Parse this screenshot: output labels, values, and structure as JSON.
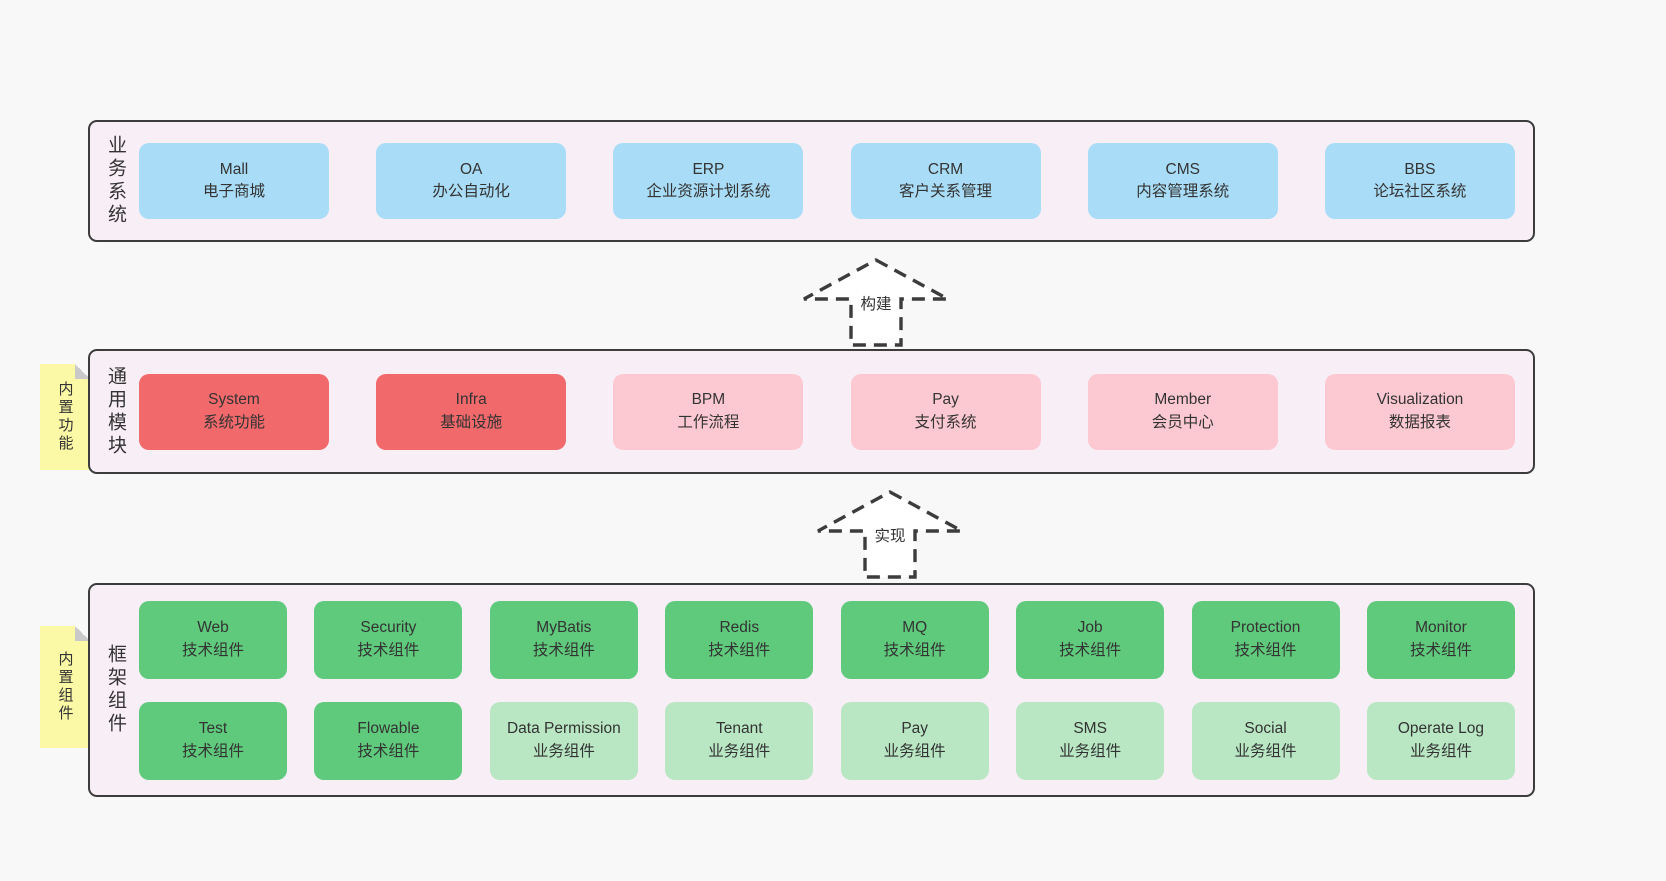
{
  "colors": {
    "page_background": "#f8f8f8",
    "panel_background": "#f8eef6",
    "panel_border": "#3c3c3c",
    "box_blue": "#a9dcf6",
    "box_red": "#f1696b",
    "box_pink": "#fcc9d2",
    "box_green": "#5fca7c",
    "box_light_green": "#b9e7c3",
    "sticky_yellow": "#fbf9a5",
    "text": "#333333"
  },
  "arrows": [
    {
      "label": "构建"
    },
    {
      "label": "实现"
    }
  ],
  "sections": [
    {
      "label": "业务系统",
      "boxes": [
        {
          "title": "Mall",
          "subtitle": "电子商城"
        },
        {
          "title": "OA",
          "subtitle": "办公自动化"
        },
        {
          "title": "ERP",
          "subtitle": "企业资源计划系统"
        },
        {
          "title": "CRM",
          "subtitle": "客户关系管理"
        },
        {
          "title": "CMS",
          "subtitle": "内容管理系统"
        },
        {
          "title": "BBS",
          "subtitle": "论坛社区系统"
        }
      ]
    },
    {
      "label": "通用模块",
      "sticky": "内置功能",
      "boxes": [
        {
          "title": "System",
          "subtitle": "系统功能"
        },
        {
          "title": "Infra",
          "subtitle": "基础设施"
        },
        {
          "title": "BPM",
          "subtitle": "工作流程"
        },
        {
          "title": "Pay",
          "subtitle": "支付系统"
        },
        {
          "title": "Member",
          "subtitle": "会员中心"
        },
        {
          "title": "Visualization",
          "subtitle": "数据报表"
        }
      ]
    },
    {
      "label": "框架组件",
      "sticky": "内置组件",
      "rows": [
        [
          {
            "title": "Web",
            "subtitle": "技术组件"
          },
          {
            "title": "Security",
            "subtitle": "技术组件"
          },
          {
            "title": "MyBatis",
            "subtitle": "技术组件"
          },
          {
            "title": "Redis",
            "subtitle": "技术组件"
          },
          {
            "title": "MQ",
            "subtitle": "技术组件"
          },
          {
            "title": "Job",
            "subtitle": "技术组件"
          },
          {
            "title": "Protection",
            "subtitle": "技术组件"
          },
          {
            "title": "Monitor",
            "subtitle": "技术组件"
          }
        ],
        [
          {
            "title": "Test",
            "subtitle": "技术组件"
          },
          {
            "title": "Flowable",
            "subtitle": "技术组件"
          },
          {
            "title": "Data Permission",
            "subtitle": "业务组件"
          },
          {
            "title": "Tenant",
            "subtitle": "业务组件"
          },
          {
            "title": "Pay",
            "subtitle": "业务组件"
          },
          {
            "title": "SMS",
            "subtitle": "业务组件"
          },
          {
            "title": "Social",
            "subtitle": "业务组件"
          },
          {
            "title": "Operate Log",
            "subtitle": "业务组件"
          }
        ]
      ]
    }
  ]
}
